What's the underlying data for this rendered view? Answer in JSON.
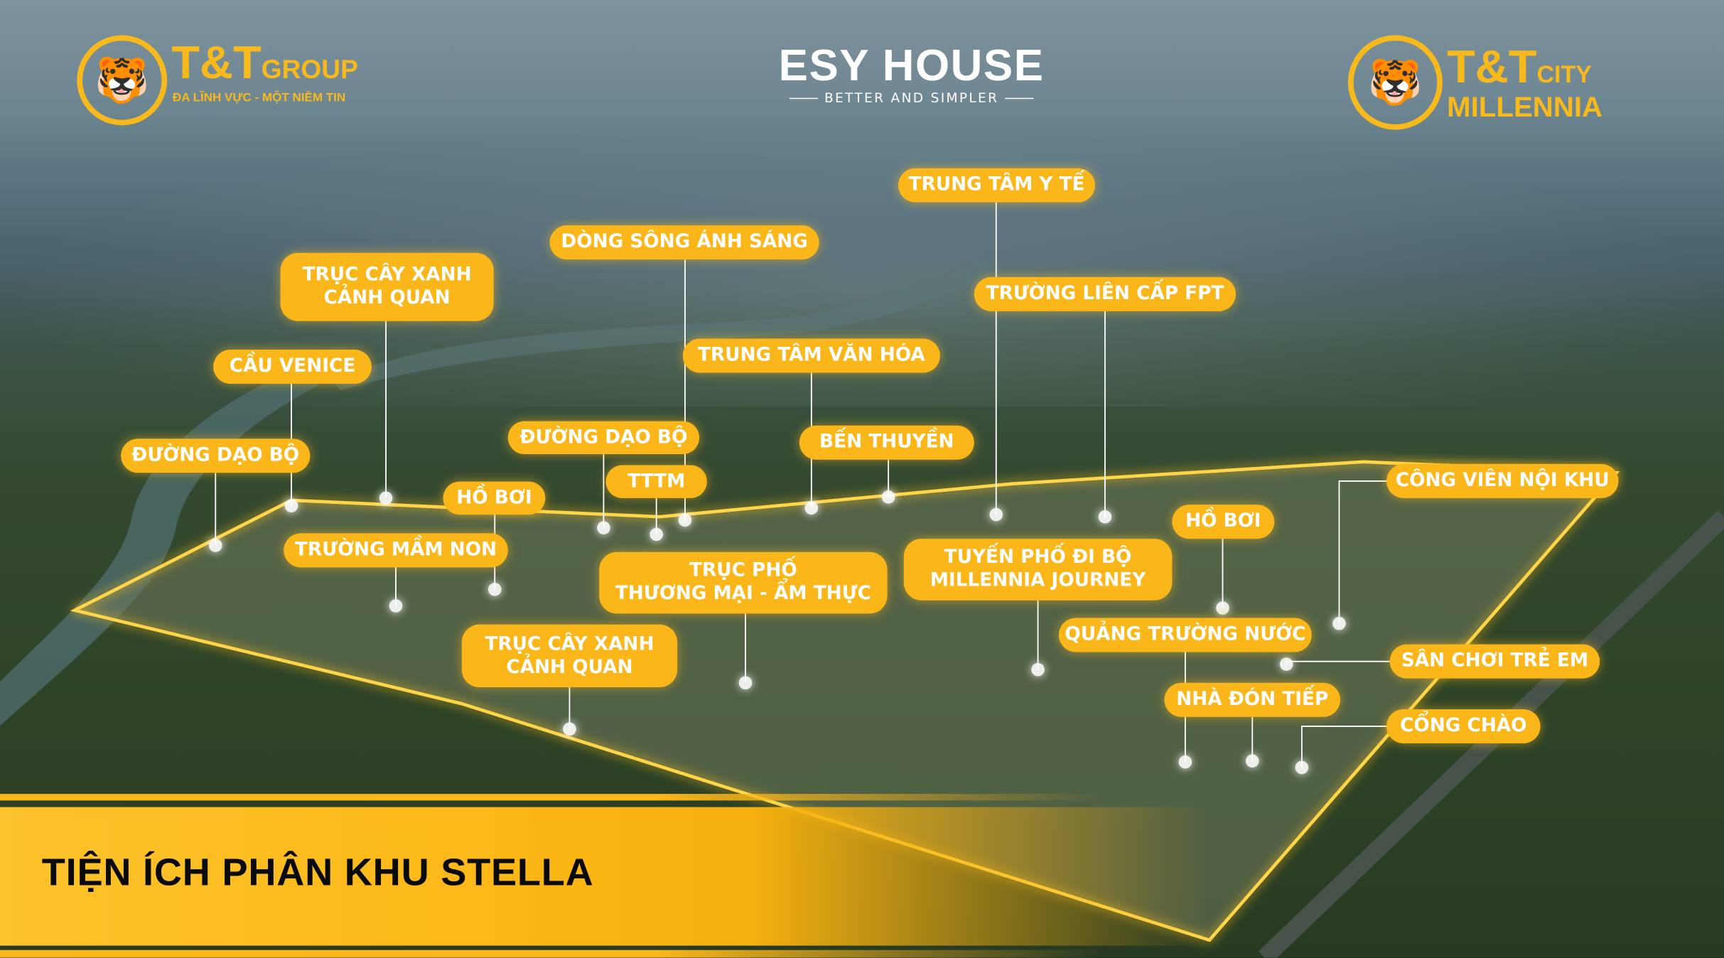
{
  "header": {
    "left_logo": {
      "brand": "T&T",
      "suffix": "GROUP",
      "tagline": "ĐA LĨNH VỰC - MỘT NIỀM TIN"
    },
    "center_logo": {
      "brand": "ESY HOUSE",
      "tagline": "BETTER AND SIMPLER"
    },
    "right_logo": {
      "brand": "T&T",
      "suffix": "CITY",
      "line2": "MILLENNIA"
    }
  },
  "labels": [
    "TRUNG TÂM Y TẾ",
    "DÒNG SÔNG ÁNH SÁNG",
    "TRỤC CÂY XANH\nCẢNH QUAN",
    "TRƯỜNG LIÊN CẤP FPT",
    "CẦU VENICE",
    "TRUNG TÂM VĂN HÓA",
    "ĐƯỜNG DẠO BỘ",
    "ĐƯỜNG DẠO BỘ",
    "BẾN THUYỀN",
    "TTTM",
    "HỒ BƠI",
    "CÔNG VIÊN NỘI KHU",
    "HỒ BƠI",
    "TRƯỜNG MẦM NON",
    "TRỤC PHỐ\nTHƯƠNG MẠI - ẨM THỰC",
    "TUYẾN PHỐ ĐI BỘ\nMILLENNIA JOURNEY",
    "QUẢNG TRƯỜNG NƯỚC",
    "TRỤC CÂY XANH\nCẢNH QUAN",
    "SÂN CHƠI TRẺ EM",
    "NHÀ ĐÓN TIẾP",
    "CỔNG CHÀO"
  ],
  "banner": {
    "title": "TIỆN ÍCH PHÂN KHU STELLA"
  },
  "colors": {
    "accent": "#fbb61a",
    "banner_text": "#0a0a0a"
  }
}
